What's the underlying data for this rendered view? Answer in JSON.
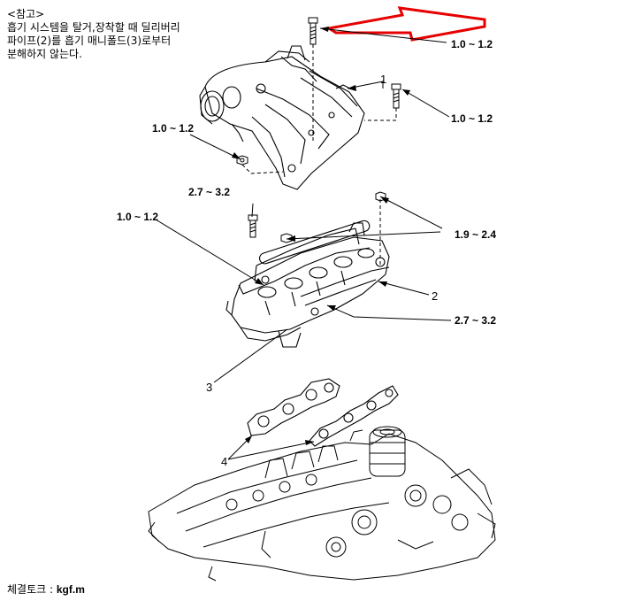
{
  "note": {
    "heading": "<참고>",
    "lines": [
      "흡기 시스템을 탈거,장착할 때 딜리버리",
      "파이프(2)를 흡기 매니폴드(3)로부터",
      "분해하지 않는다."
    ]
  },
  "torque_labels": {
    "top_bolt": "1.0 ~ 1.2",
    "right_bolt": "1.0 ~ 1.2",
    "left_nut": "1.0 ~ 1.2",
    "mid_bolt": "2.7 ~ 3.2",
    "left_bolt": "1.0 ~ 1.2",
    "rail_nuts": "1.9 ~ 2.4",
    "rail_bolt": "2.7 ~ 3.2"
  },
  "part_numbers": {
    "p1": "1",
    "p2": "2",
    "p3": "3",
    "p4": "4"
  },
  "footer": {
    "label": "체결토크 :",
    "unit": "kgf.m"
  },
  "colors": {
    "arrow": "#e60000",
    "line": "#000000"
  }
}
